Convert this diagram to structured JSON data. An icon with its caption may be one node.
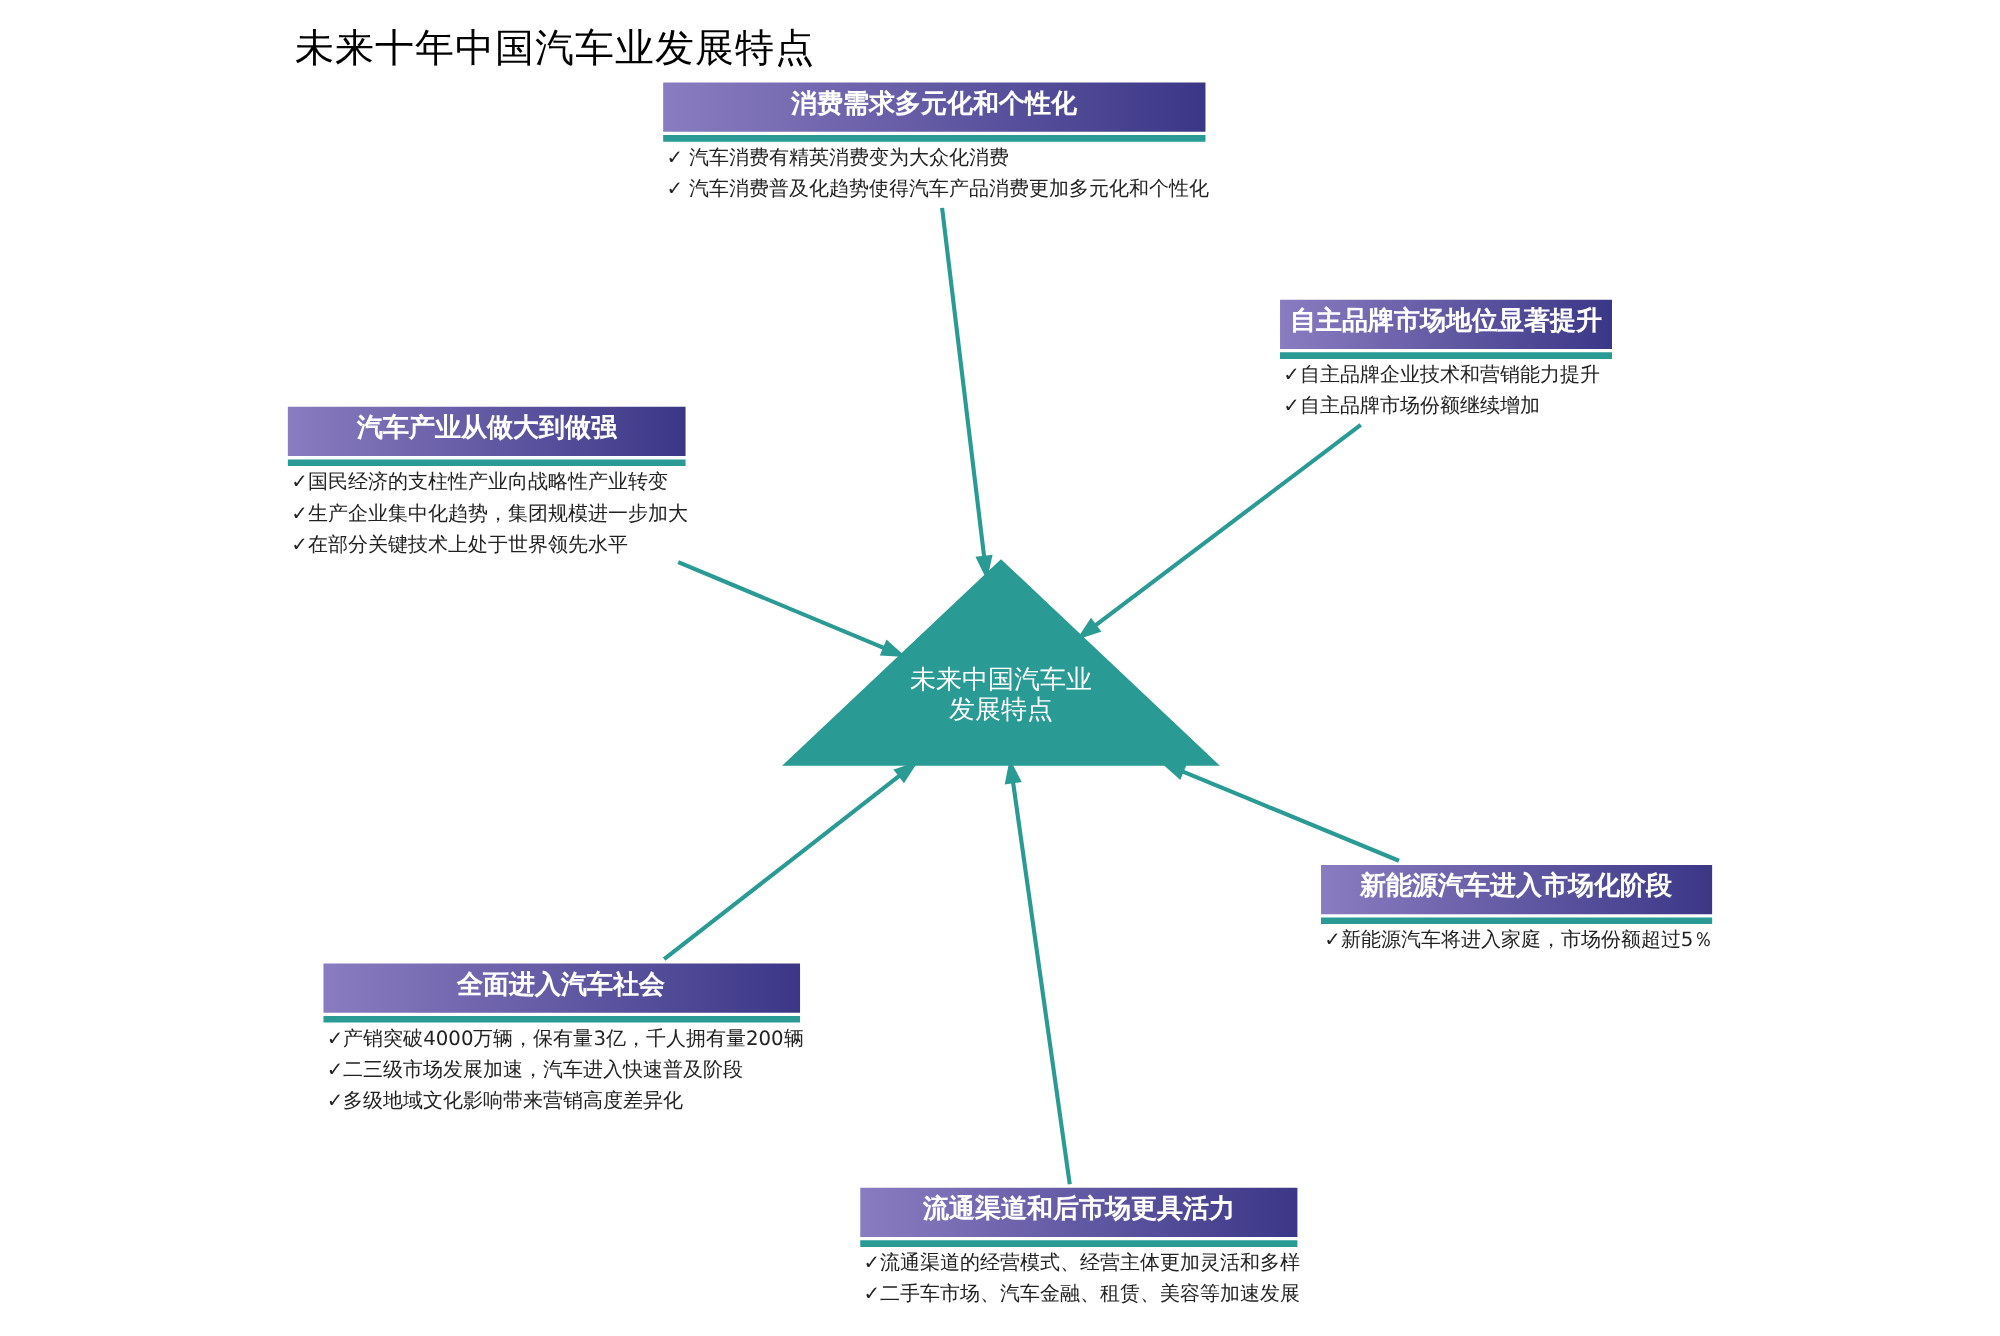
{
  "diagram": {
    "title": "未来十年中国汽车业发展特点",
    "nodes": [
      {
        "text": [
          "汽车产业从做大到做强"
        ],
        "beside": [
          "✓国民经济的支柱性产业向战略性产业转变",
          "✓生产企业集中化趋势，集团规模进一步加大",
          "✓在部分关键技术上处于世界领先水平"
        ]
      },
      {
        "text": [
          "新能源汽车进入市场化阶段"
        ],
        "beside": [
          "✓新能源汽车将进入家庭，市场份额超过5％"
        ]
      },
      {
        "text": [
          "流通渠道和后市场更具活力"
        ],
        "beside": [
          "✓流通渠道的经营模式、经营主体更加灵活和多样",
          "✓二手车市场、汽车金融、租赁、美容等加速发展"
        ]
      },
      {
        "text": [
          "未来中国汽车业发展特点"
        ]
      },
      {
        "text": [
          "自主品牌市场地位显著提升"
        ],
        "beside": [
          "✓自主品牌企业技术和营销能力提升",
          "✓自主品牌市场份额继续增加"
        ]
      },
      {
        "text": [
          "消费需求多元化和个性化"
        ],
        "beside": [
          "✓ 汽车消费有精英消费变为大众化消费",
          "✓ 汽车消费普及化趋势使得汽车产品消费更加多元化和个性化"
        ]
      },
      {
        "text": [
          "全面进入汽车社会"
        ],
        "beside": [
          "✓产销突破4000万辆，保有量3亿，千人拥有量200辆",
          "✓二三级市场发展加速，汽车进入快速普及阶段",
          "✓多级地域文化影响带来营销高度差异化"
        ]
      }
    ],
    "edges": [
      {
        "from": 0,
        "to": 3,
        "arrow": "to"
      },
      {
        "from": 1,
        "to": 3,
        "arrow": "to"
      },
      {
        "from": 2,
        "to": 3,
        "arrow": "to"
      },
      {
        "from": 4,
        "to": 3,
        "arrow": "to"
      },
      {
        "from": 5,
        "to": 3,
        "arrow": "to"
      },
      {
        "from": 6,
        "to": 3,
        "arrow": "to"
      }
    ]
  }
}
